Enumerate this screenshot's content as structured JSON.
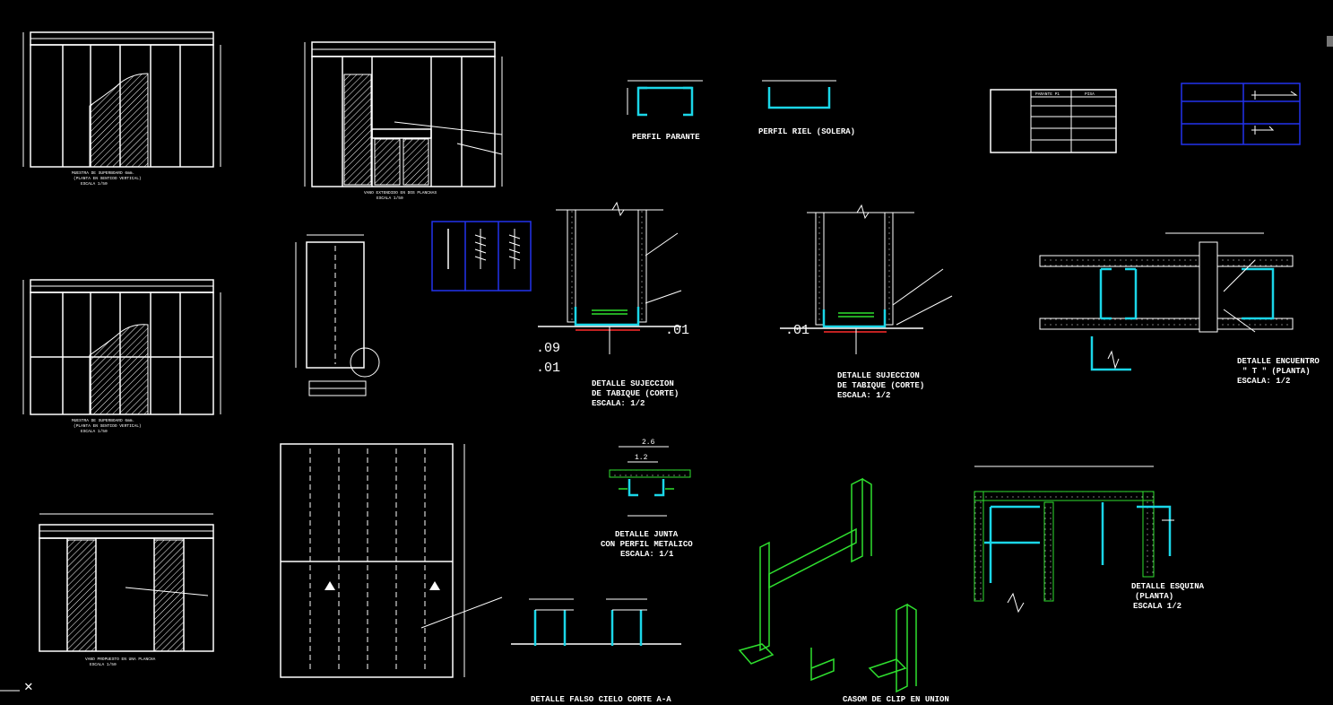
{
  "drawing": {
    "labels": {
      "perfil_parante": "PERFIL PARANTE",
      "perfil_riel": "PERFIL RIEL (SOLERA)",
      "det_suj1": [
        "DETALLE SUJECCION",
        "DE TABIQUE (CORTE)",
        "ESCALA: 1/2"
      ],
      "det_suj2": [
        "DETALLE SUJECCION",
        "DE TABIQUE (CORTE)",
        "ESCALA: 1/2"
      ],
      "det_encuentro": [
        "DETALLE ENCUENTRO",
        "\" T \" (PLANTA)",
        "ESCALA: 1/2"
      ],
      "det_junta": [
        "DETALLE JUNTA",
        "CON PERFIL METALICO",
        "ESCALA: 1/1"
      ],
      "det_esquina": [
        "DETALLE ESQUINA",
        "(PLANTA)",
        "ESCALA 1/2"
      ],
      "det_falso_cielo": "DETALLE FALSO CIELO CORTE A-A",
      "clip": "CASOM DE CLIP EN UNION",
      "dim_09": ".09",
      "dim_01a": ".01",
      "dim_01b": ".01",
      "dim_01c": ".01",
      "dim_26": "2.6",
      "dim_12": "1.2"
    },
    "table": {
      "headers": [
        "PARANTE P1",
        "PISA"
      ]
    },
    "ui": {
      "close_glyph": "✕"
    }
  }
}
